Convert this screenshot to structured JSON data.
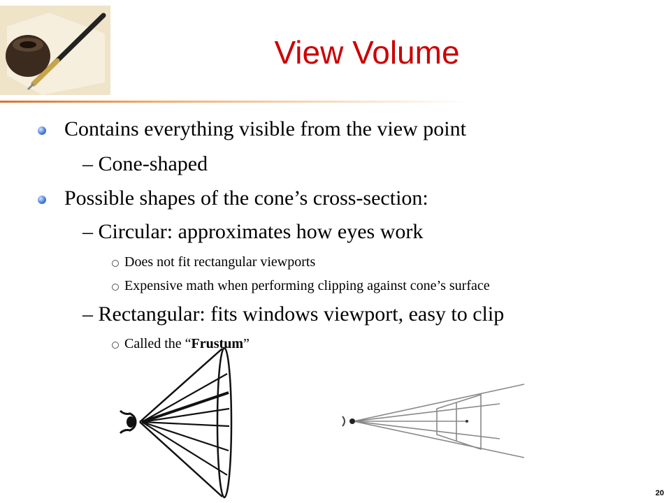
{
  "slide": {
    "title": "View Volume",
    "page_number": "20",
    "bullets": [
      {
        "level": 1,
        "text": "Contains everything visible from the view point"
      },
      {
        "level": 2,
        "text": "– Cone-shaped"
      },
      {
        "level": 1,
        "text": "Possible shapes of the cone’s cross-section:"
      },
      {
        "level": 2,
        "text": "– Circular: approximates how eyes work"
      },
      {
        "level": 3,
        "text": "Does not fit rectangular viewports"
      },
      {
        "level": 3,
        "text": "Expensive math when performing clipping against cone’s surface"
      },
      {
        "level": 2,
        "text": "– Rectangular: fits windows viewport, easy to clip"
      }
    ],
    "frustum_bullet": {
      "prefix": "Called the “",
      "bold": "Frustum",
      "suffix": "”"
    }
  },
  "colors": {
    "title": "#cc0000",
    "bullet": "#4a7fd9",
    "divider": "#d9742a"
  },
  "icons": {
    "corner_image": "pen-and-inkwell-image",
    "level1_marker": "blue-sphere-bullet-icon",
    "level3_marker": "hollow-circle-bullet-icon"
  }
}
